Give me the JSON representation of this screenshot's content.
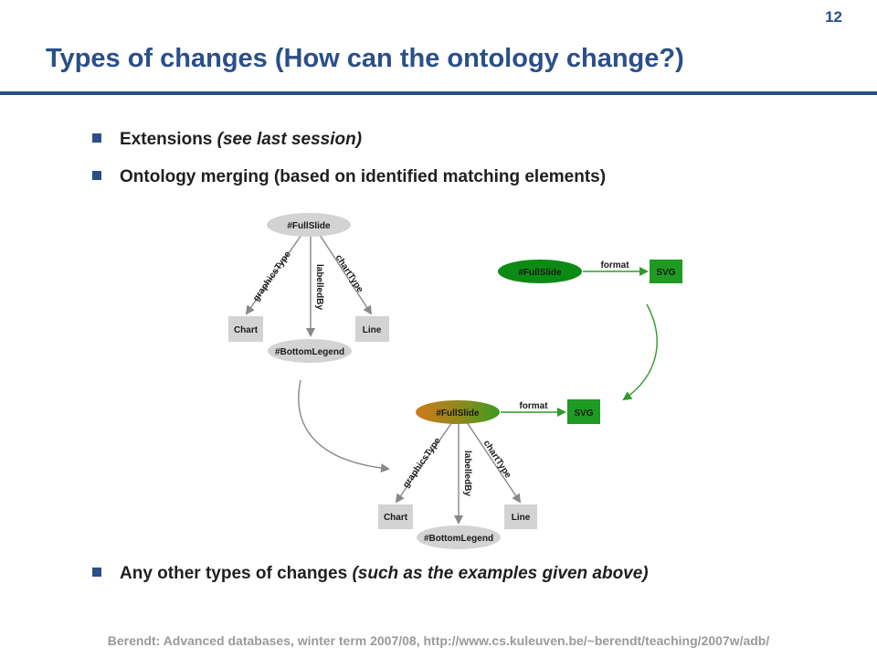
{
  "slide": {
    "number": "12",
    "title": "Types of changes (How can the ontology change?)",
    "footer": "Berendt: Advanced databases, winter term 2007/08, http://www.cs.kuleuven.be/~berendt/teaching/2007w/adb/"
  },
  "bullets": [
    {
      "text": "Extensions ",
      "italic": "(see last session)"
    },
    {
      "text": "Ontology merging (based on identified matching elements)",
      "italic": ""
    },
    {
      "text": "Any other types of changes ",
      "italic": "(such as the examples given above)"
    }
  ],
  "diagram": {
    "graph_left": {
      "root": "#FullSlide",
      "edges": [
        "graphicsType",
        "labelledBy",
        "chartType"
      ],
      "targets": [
        "Chart",
        "#BottomLegend",
        "Line"
      ]
    },
    "graph_right": {
      "subject": "#FullSlide",
      "predicate": "format",
      "object": "SVG"
    },
    "graph_merged": {
      "root": "#FullSlide",
      "predicate": "format",
      "object": "SVG",
      "edges": [
        "graphicsType",
        "labelledBy",
        "chartType"
      ],
      "targets": [
        "Chart",
        "#BottomLegend",
        "Line"
      ]
    },
    "colors": {
      "grey_node": "#d3d3d3",
      "green_node": "#0b8a14",
      "green_box": "#1f9a22",
      "merged_left": "#d07a1a",
      "merged_right": "#3c9a20",
      "arrow_grey": "#888888",
      "arrow_green": "#2f9a2a"
    }
  }
}
